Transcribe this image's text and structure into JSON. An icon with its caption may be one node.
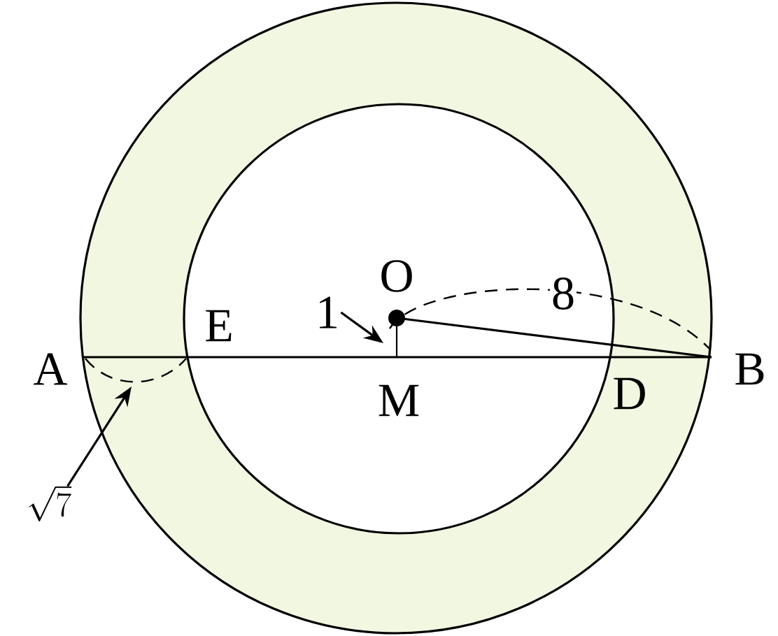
{
  "diagram": {
    "nodes": [
      {
        "text": [
          "1"
        ]
      },
      {
        "text": [
          "\\sqrt{7}"
        ]
      }
    ],
    "edges": [
      {
        "from": 0,
        "to": null,
        "arrow": "to"
      },
      {
        "from": 1,
        "to": null,
        "arrow": "to"
      }
    ],
    "labels": [
      "O",
      "8",
      "E",
      "A",
      "B",
      "M",
      "D"
    ]
  }
}
